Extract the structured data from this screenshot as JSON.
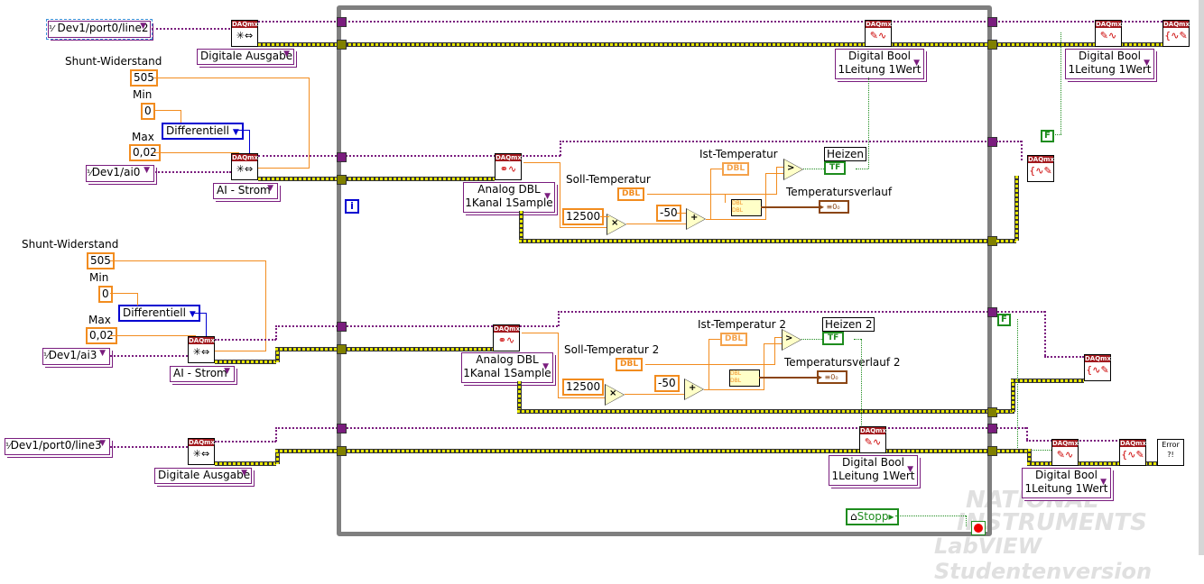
{
  "diagram": {
    "channels": {
      "line2": "Dev1/port0/line2",
      "ai0": "Dev1/ai0",
      "ai3": "Dev1/ai3",
      "line3": "Dev1/port0/line3"
    },
    "labels": {
      "shunt1": "Shunt-Widerstand",
      "min1": "Min",
      "max1": "Max",
      "shunt2": "Shunt-Widerstand",
      "min2": "Min",
      "max2": "Max",
      "soll1": "Soll-Temperatur",
      "ist1": "Ist-Temperatur",
      "heizen1": "Heizen",
      "verlauf1": "Temperatursverlauf",
      "soll2": "Soll-Temperatur 2",
      "ist2": "Ist-Temperatur 2",
      "heizen2": "Heizen 2",
      "verlauf2": "Temperatursverlauf 2"
    },
    "constants": {
      "shunt1": "505",
      "min1": "0",
      "max1": "0,02",
      "shunt2": "505",
      "min2": "0",
      "max2": "0,02",
      "mult1": "12500",
      "offset1": "-50",
      "mult2": "12500",
      "offset2": "-50",
      "false1": "F",
      "false2": "F"
    },
    "enums": {
      "diff1": "Differentiell",
      "diff2": "Differentiell"
    },
    "polymorphic": {
      "digout1": "Digitale Ausgabe",
      "aistrom1": "AI - Strom",
      "aistrom2": "AI - Strom",
      "digout2": "Digitale Ausgabe",
      "analog1_l1": "Analog DBL",
      "analog1_l2": "1Kanal 1Sample",
      "analog2_l1": "Analog DBL",
      "analog2_l2": "1Kanal 1Sample",
      "dbool1_l1": "Digital Bool",
      "dbool1_l2": "1Leitung 1Wert",
      "dbool2_l1": "Digital Bool",
      "dbool2_l2": "1Leitung 1Wert",
      "dbool3_l1": "Digital Bool",
      "dbool3_l2": "1Leitung 1Wert",
      "dbool4_l1": "Digital Bool",
      "dbool4_l2": "1Leitung 1Wert"
    },
    "terminals": {
      "dbl": "DBL",
      "tf": "TF",
      "stop": "Stopp",
      "iteration": "i",
      "error": "Error ?!",
      "daqmx": "DAQmx"
    },
    "watermark": {
      "line1": "NATIONAL",
      "line2": "INSTRUMENTS",
      "line3": "LabVIEW Studentenversion"
    }
  }
}
